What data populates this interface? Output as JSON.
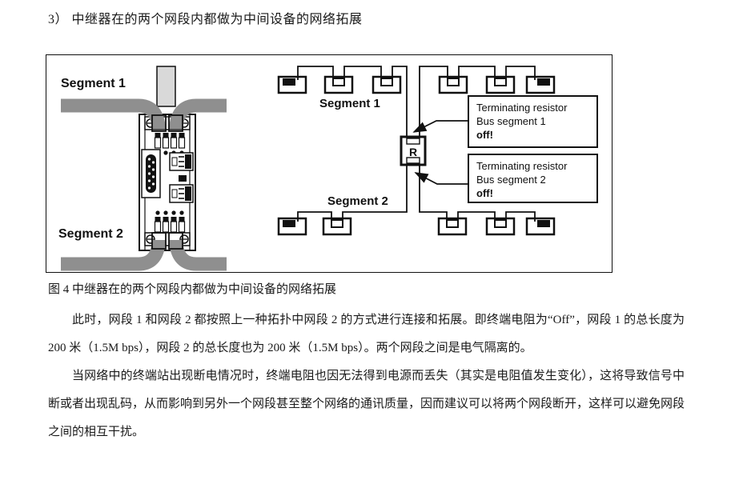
{
  "page": {
    "heading": "3）  中继器在的两个网段内都做为中间设备的网络拓展",
    "figure": {
      "device_labels": {
        "segment1": "Segment 1",
        "segment2": "Segment 2"
      },
      "bus_labels": {
        "segment1": "Segment 1",
        "segment2": "Segment 2"
      },
      "repeater_label": "R",
      "callouts": [
        {
          "line1": "Terminating resistor",
          "line2": "Bus segment 1",
          "line3": "off!"
        },
        {
          "line1": "Terminating resistor",
          "line2": "Bus segment 2",
          "line3": "off!"
        }
      ],
      "colors": {
        "cable_gray": "#8f8f8f",
        "connector_light_gray": "#d9d9d9",
        "line_black": "#111111"
      }
    },
    "caption": "图 4 中继器在的两个网段内都做为中间设备的网络拓展",
    "paragraphs": [
      "此时，网段 1 和网段 2 都按照上一种拓扑中网段 2 的方式进行连接和拓展。即终端电阻为“Off”，网段 1 的总长度为 200 米（1.5M bps），网段 2 的总长度也为 200 米（1.5M bps）。两个网段之间是电气隔离的。",
      "当网络中的终端站出现断电情况时，终端电阻也因无法得到电源而丢失（其实是电阻值发生变化），这将导致信号中断或者出现乱码，从而影响到另外一个网段甚至整个网络的通讯质量，因而建议可以将两个网段断开，这样可以避免网段之间的相互干扰。"
    ]
  }
}
